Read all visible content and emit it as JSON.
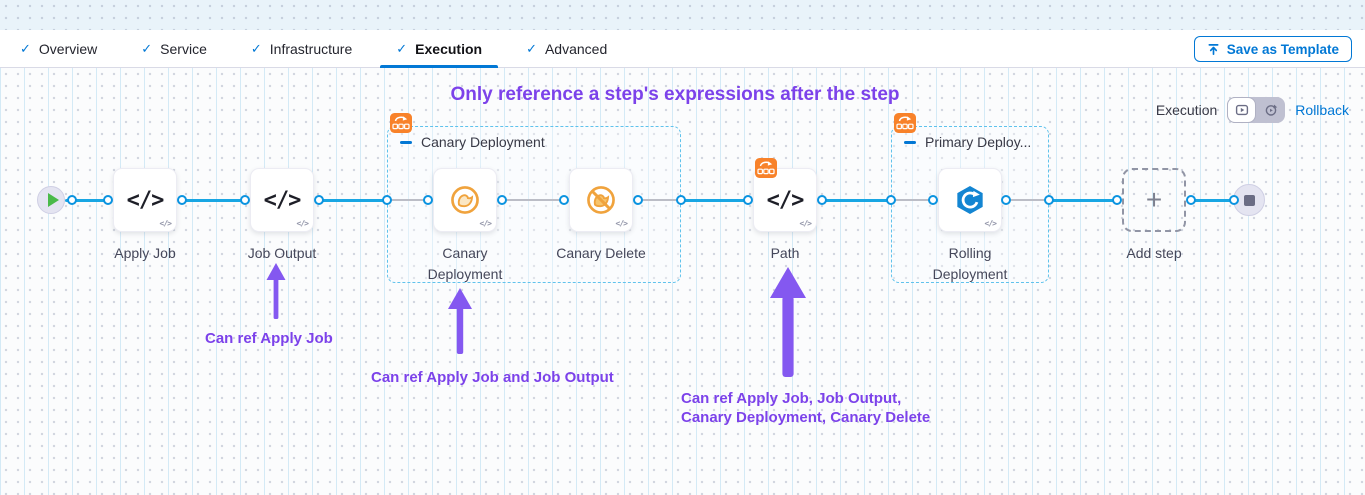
{
  "tabs": [
    {
      "label": "Overview",
      "active": false
    },
    {
      "label": "Service",
      "active": false
    },
    {
      "label": "Infrastructure",
      "active": false
    },
    {
      "label": "Execution",
      "active": true
    },
    {
      "label": "Advanced",
      "active": false
    }
  ],
  "toolbar": {
    "save_as_template_label": "Save as Template"
  },
  "canvas": {
    "annotation_title": "Only reference a step's expressions after the step",
    "notes": [
      {
        "text": "Can ref Apply Job"
      },
      {
        "text": "Can ref Apply Job and Job Output"
      },
      {
        "text_line1": "Can ref Apply Job, Job Output,",
        "text_line2": "Canary Deployment, Canary Delete"
      }
    ],
    "view_switch": {
      "label": "Execution",
      "rollback_label": "Rollback"
    }
  },
  "pipeline": {
    "steps": {
      "apply_job": {
        "label": "Apply Job"
      },
      "job_output": {
        "label": "Job Output"
      },
      "canary_deployment": {
        "label": "Canary Deployment"
      },
      "canary_delete": {
        "label": "Canary Delete"
      },
      "path": {
        "label": "Path"
      },
      "rolling_deployment": {
        "label": "Rolling Deployment"
      },
      "add_step": {
        "label": "Add step"
      }
    },
    "groups": {
      "canary": {
        "label": "Canary Deployment"
      },
      "primary": {
        "label": "Primary Deploy..."
      }
    }
  },
  "icons": {
    "tab_check": "✓",
    "code_glyph": "</>",
    "plus_glyph": "+"
  },
  "colors": {
    "accent_blue": "#0278d5",
    "connector_blue": "#18a6e3",
    "group_border_blue": "#5fc2ec",
    "annotation_purple": "#7c42ea",
    "rollback_badge_orange": "#f8822a",
    "canary_orange": "#f0a33d",
    "rolling_blue": "#1385d2",
    "dashed_gray": "#9a9ba8"
  }
}
